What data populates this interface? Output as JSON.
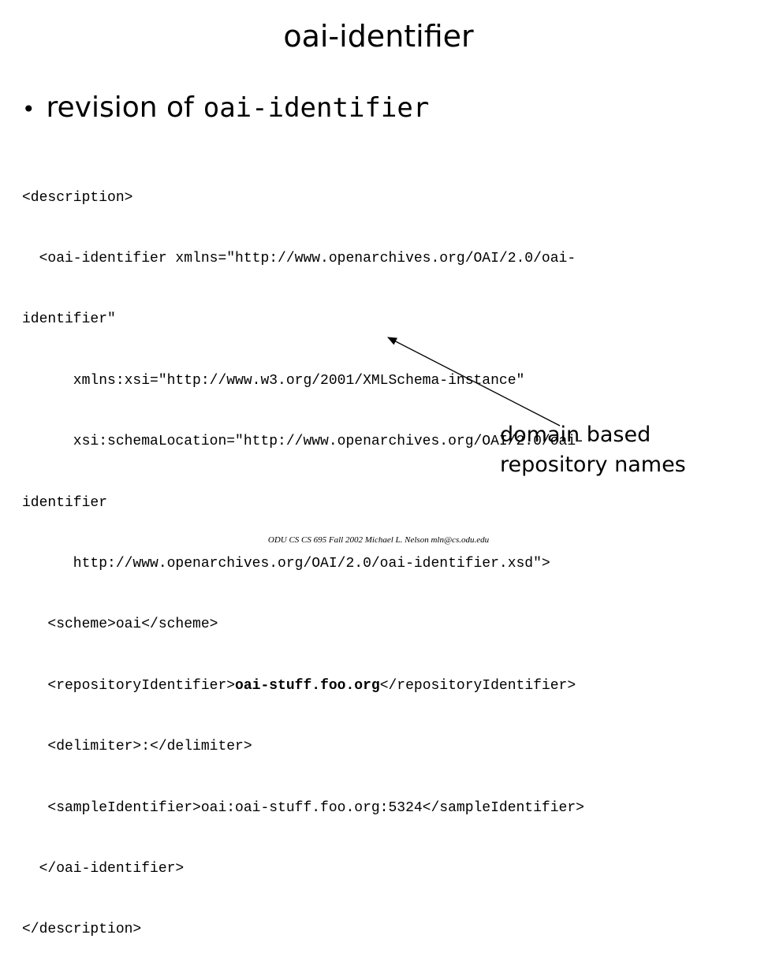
{
  "title": "oai-identifier",
  "bullet": {
    "marker": "•",
    "text": "revision of",
    "code": "oai-identifier"
  },
  "xml": {
    "line1": "<description>",
    "line2": "  <oai-identifier xmlns=\"http://www.openarchives.org/OAI/2.0/oai-",
    "line3": "identifier\"",
    "line4": "      xmlns:xsi=\"http://www.w3.org/2001/XMLSchema-instance\"",
    "line5": "      xsi:schemaLocation=\"http://www.openarchives.org/OAI/2.0/oai-",
    "line6": "identifier",
    "line7": "      http://www.openarchives.org/OAI/2.0/oai-identifier.xsd\">",
    "line8": "   <scheme>oai</scheme>",
    "line9_open": "   <repositoryIdentifier>",
    "line9_bold": "oai-stuff.foo.org",
    "line9_close": "</repositoryIdentifier>",
    "line10": "   <delimiter>:</delimiter>",
    "line11": "   <sampleIdentifier>oai:oai-stuff.foo.org:5324</sampleIdentifier>",
    "line12": "  </oai-identifier>",
    "line13": "</description>"
  },
  "callout": {
    "line1": "domain based",
    "line2": "repository names"
  },
  "footer": "ODU CS CS 695 Fall 2002 Michael L. Nelson mln@cs.odu.edu"
}
